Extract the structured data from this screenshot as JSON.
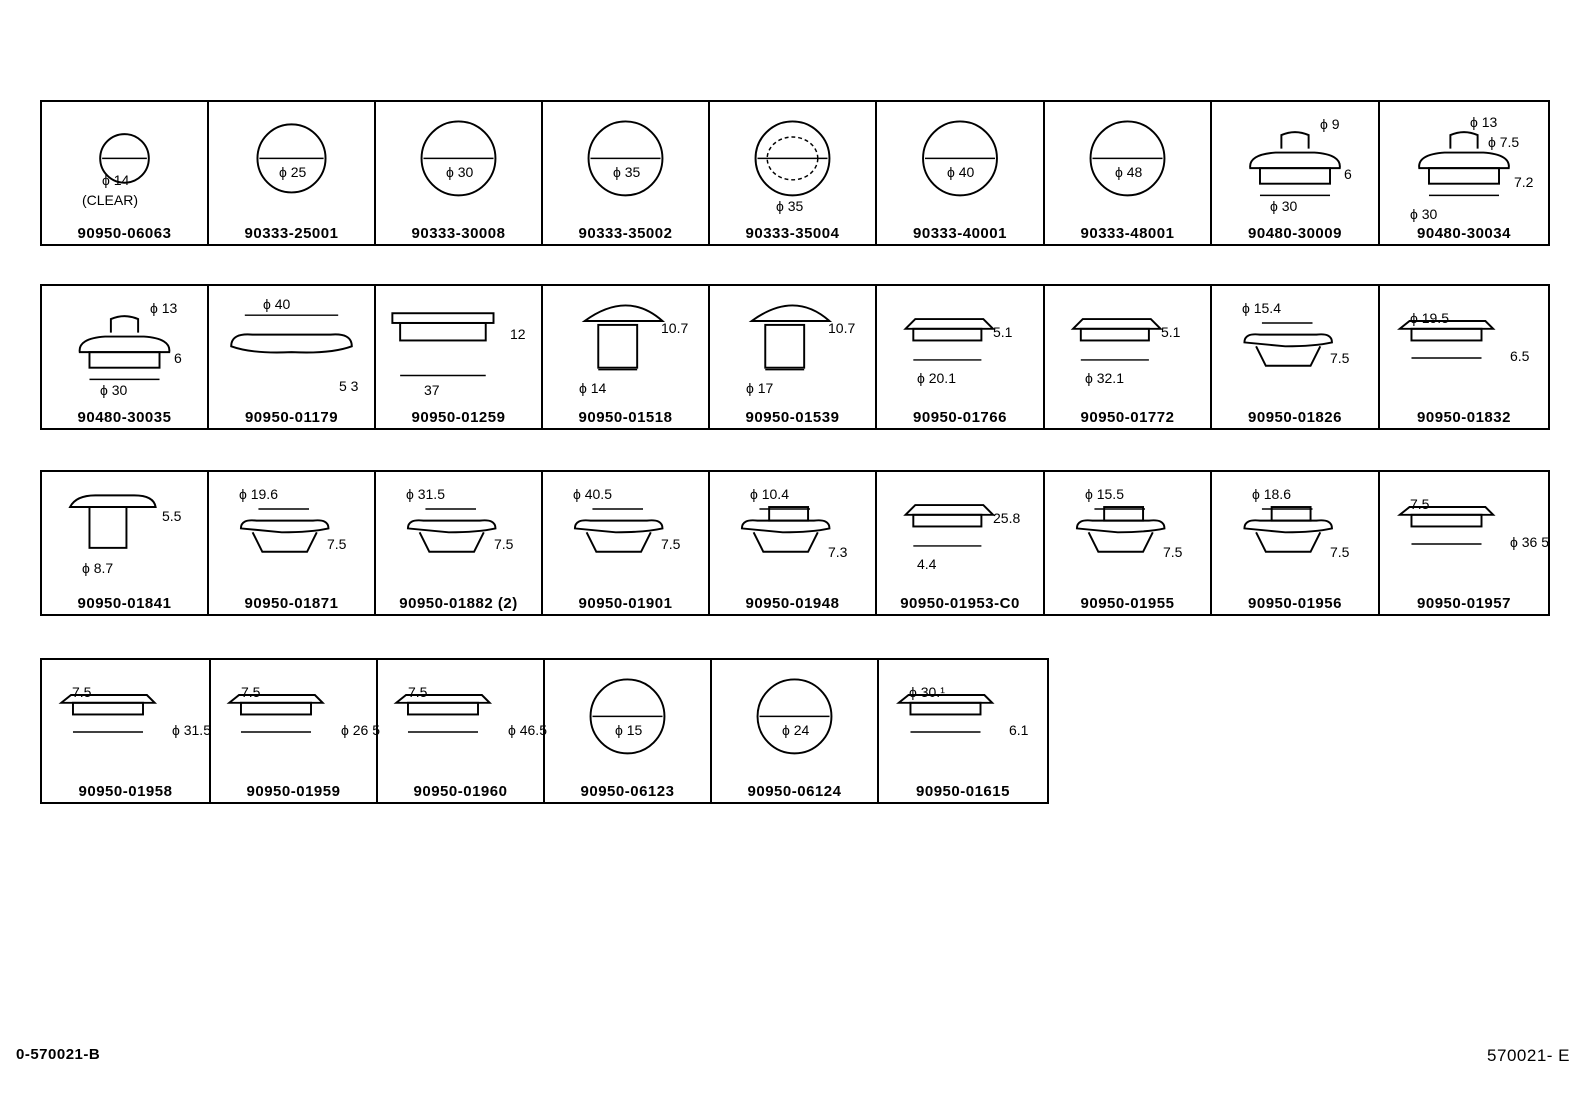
{
  "rows": [
    {
      "cells": [
        {
          "part": "90950-06063",
          "shape": "circle",
          "dims": [
            {
              "text": "ϕ 14"
            },
            {
              "text": "(CLEAR)"
            }
          ]
        },
        {
          "part": "90333-25001",
          "shape": "circle",
          "dims": [
            {
              "text": "ϕ 25"
            }
          ]
        },
        {
          "part": "90333-30008",
          "shape": "circle",
          "dims": [
            {
              "text": "ϕ 30"
            }
          ]
        },
        {
          "part": "90333-35002",
          "shape": "circle",
          "dims": [
            {
              "text": "ϕ 35"
            }
          ]
        },
        {
          "part": "90333-35004",
          "shape": "circle-hatched",
          "dims": [
            {
              "text": "ϕ 35"
            }
          ]
        },
        {
          "part": "90333-40001",
          "shape": "circle",
          "dims": [
            {
              "text": "ϕ 40"
            }
          ]
        },
        {
          "part": "90333-48001",
          "shape": "circle",
          "dims": [
            {
              "text": "ϕ 48"
            }
          ]
        },
        {
          "part": "90480-30009",
          "shape": "grommet-tall",
          "dims": [
            {
              "text": "ϕ 9"
            },
            {
              "text": "6"
            },
            {
              "text": "ϕ 30"
            }
          ]
        },
        {
          "part": "90480-30034",
          "shape": "grommet-stepped",
          "dims": [
            {
              "text": "ϕ 13"
            },
            {
              "text": "ϕ 7.5"
            },
            {
              "text": "7.2"
            },
            {
              "text": "ϕ 30"
            }
          ]
        }
      ]
    },
    {
      "cells": [
        {
          "part": "90480-30035",
          "shape": "grommet-tall",
          "dims": [
            {
              "text": "ϕ 13"
            },
            {
              "text": "6"
            },
            {
              "text": "ϕ 30"
            }
          ]
        },
        {
          "part": "90950-01179",
          "shape": "flat-oval",
          "dims": [
            {
              "text": "ϕ 40"
            },
            {
              "text": "5 3"
            }
          ]
        },
        {
          "part": "90950-01259",
          "shape": "flat-square",
          "dims": [
            {
              "text": "12"
            },
            {
              "text": "37"
            }
          ]
        },
        {
          "part": "90950-01518",
          "shape": "dome-plug",
          "dims": [
            {
              "text": "10.7"
            },
            {
              "text": "ϕ 14"
            }
          ]
        },
        {
          "part": "90950-01539",
          "shape": "dome-plug",
          "dims": [
            {
              "text": "10.7"
            },
            {
              "text": "ϕ 17"
            }
          ]
        },
        {
          "part": "90950-01766",
          "shape": "flat-cap",
          "dims": [
            {
              "text": "5.1"
            },
            {
              "text": "ϕ 20.1"
            }
          ]
        },
        {
          "part": "90950-01772",
          "shape": "flat-cap",
          "dims": [
            {
              "text": "5.1"
            },
            {
              "text": "ϕ 32.1"
            }
          ]
        },
        {
          "part": "90950-01826",
          "shape": "cup-plug",
          "dims": [
            {
              "text": "ϕ 15.4"
            },
            {
              "text": "7.5"
            }
          ]
        },
        {
          "part": "90950-01832",
          "shape": "flange-plug",
          "dims": [
            {
              "text": "ϕ 19.5"
            },
            {
              "text": "6.5"
            }
          ]
        }
      ]
    },
    {
      "cells": [
        {
          "part": "90950-01841",
          "shape": "mushroom",
          "dims": [
            {
              "text": "5.5"
            },
            {
              "text": "ϕ 8.7"
            }
          ]
        },
        {
          "part": "90950-01871",
          "shape": "cup-plug",
          "dims": [
            {
              "text": "ϕ 19.6"
            },
            {
              "text": "7.5"
            }
          ]
        },
        {
          "part": "90950-01882 (2)",
          "shape": "cup-plug",
          "dims": [
            {
              "text": "ϕ 31.5"
            },
            {
              "text": "7.5"
            }
          ]
        },
        {
          "part": "90950-01901",
          "shape": "cup-plug",
          "dims": [
            {
              "text": "ϕ 40.5"
            },
            {
              "text": "7.5"
            }
          ]
        },
        {
          "part": "90950-01948",
          "shape": "knob-plug",
          "dims": [
            {
              "text": "ϕ 10.4"
            },
            {
              "text": "7.3"
            }
          ]
        },
        {
          "part": "90950-01953-C0",
          "shape": "flat-cap",
          "dims": [
            {
              "text": "25.8"
            },
            {
              "text": "4.4"
            }
          ]
        },
        {
          "part": "90950-01955",
          "shape": "knob-plug",
          "dims": [
            {
              "text": "ϕ 15.5"
            },
            {
              "text": "7.5"
            }
          ]
        },
        {
          "part": "90950-01956",
          "shape": "knob-plug",
          "dims": [
            {
              "text": "ϕ 18.6"
            },
            {
              "text": "7.5"
            }
          ]
        },
        {
          "part": "90950-01957",
          "shape": "flange-plug",
          "dims": [
            {
              "text": "7.5"
            },
            {
              "text": "ϕ 36 5"
            }
          ]
        }
      ]
    },
    {
      "cells": [
        {
          "part": "90950-01958",
          "shape": "flange-plug",
          "dims": [
            {
              "text": "7.5"
            },
            {
              "text": "ϕ 31.5"
            }
          ]
        },
        {
          "part": "90950-01959",
          "shape": "flange-plug",
          "dims": [
            {
              "text": "7.5"
            },
            {
              "text": "ϕ 26 5"
            }
          ]
        },
        {
          "part": "90950-01960",
          "shape": "flange-plug",
          "dims": [
            {
              "text": "7.5"
            },
            {
              "text": "ϕ 46.5"
            }
          ]
        },
        {
          "part": "90950-06123",
          "shape": "circle",
          "dims": [
            {
              "text": "ϕ 15"
            }
          ]
        },
        {
          "part": "90950-06124",
          "shape": "circle",
          "dims": [
            {
              "text": "ϕ 24"
            }
          ]
        },
        {
          "part": "90950-01615",
          "shape": "flange-plug",
          "dims": [
            {
              "text": "ϕ 30.¹"
            },
            {
              "text": "6.1"
            }
          ]
        }
      ]
    }
  ],
  "footer": {
    "left": "0-570021-B",
    "right": "570021- E"
  }
}
